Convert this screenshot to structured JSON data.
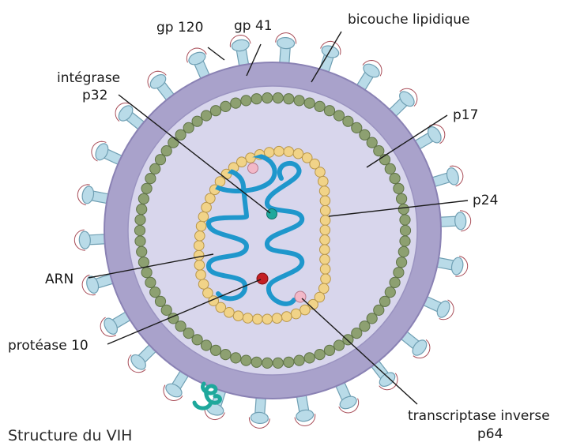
{
  "title": "Structure du VIH",
  "labels": {
    "gp120": "gp 120",
    "gp41": "gp 41",
    "bicouche": "bicouche lipidique",
    "integrase_line1": "intégrase",
    "integrase_line2": "p32",
    "p17": "p17",
    "p24": "p24",
    "arn": "ARN",
    "protease": "protéase 10",
    "transcriptase_line1": "transcriptase inverse",
    "transcriptase_line2": "p64"
  },
  "icons": {
    "envelope_spike": "gp120-gp41-spike-icon",
    "matrix_bead": "p17-matrix-protein",
    "capsid_bead": "p24-capsid-protein"
  },
  "colors": {
    "envelope": "#a9a2cb",
    "envelope_edge": "#8a82b4",
    "interior": "#d8d6ec",
    "matrix_bead": "#8da071",
    "capsid_bead": "#f1d388",
    "rna": "#1f97cc",
    "spike_stem": "#b9dbe8",
    "spike_cap": "#d6707c",
    "integrase": "#1ea89c",
    "protease": "#c41f24",
    "transcriptase": "#f2b8c8"
  }
}
